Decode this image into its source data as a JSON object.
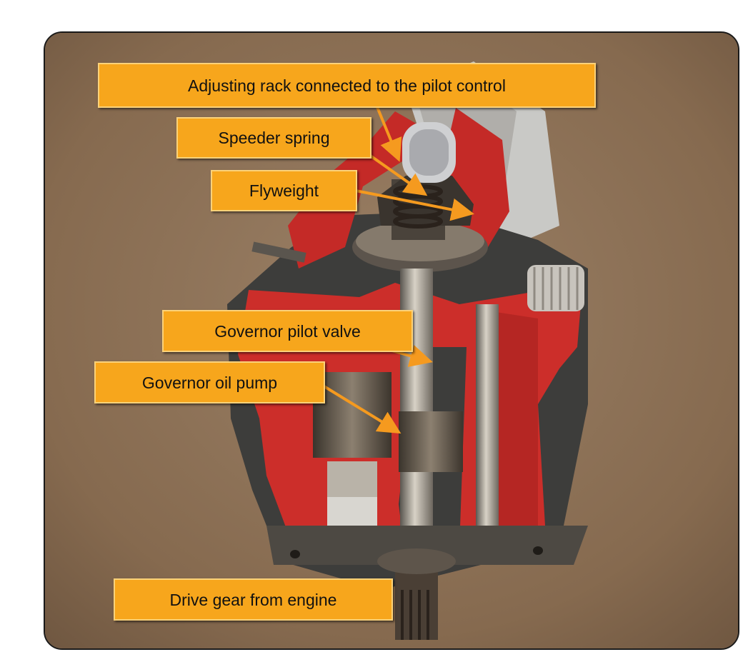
{
  "image": {
    "subject": "cutaway-governor-photo",
    "accent_color": "#f7a61c",
    "leader_color": "#f59a1f",
    "frame_color": "#1a1a1a"
  },
  "labels": {
    "adjusting_rack": "Adjusting rack connected to the pilot control",
    "speeder_spring": "Speeder spring",
    "flyweight": "Flyweight",
    "pilot_valve": "Governor pilot valve",
    "oil_pump": "Governor oil pump",
    "drive_gear": "Drive gear from engine"
  }
}
